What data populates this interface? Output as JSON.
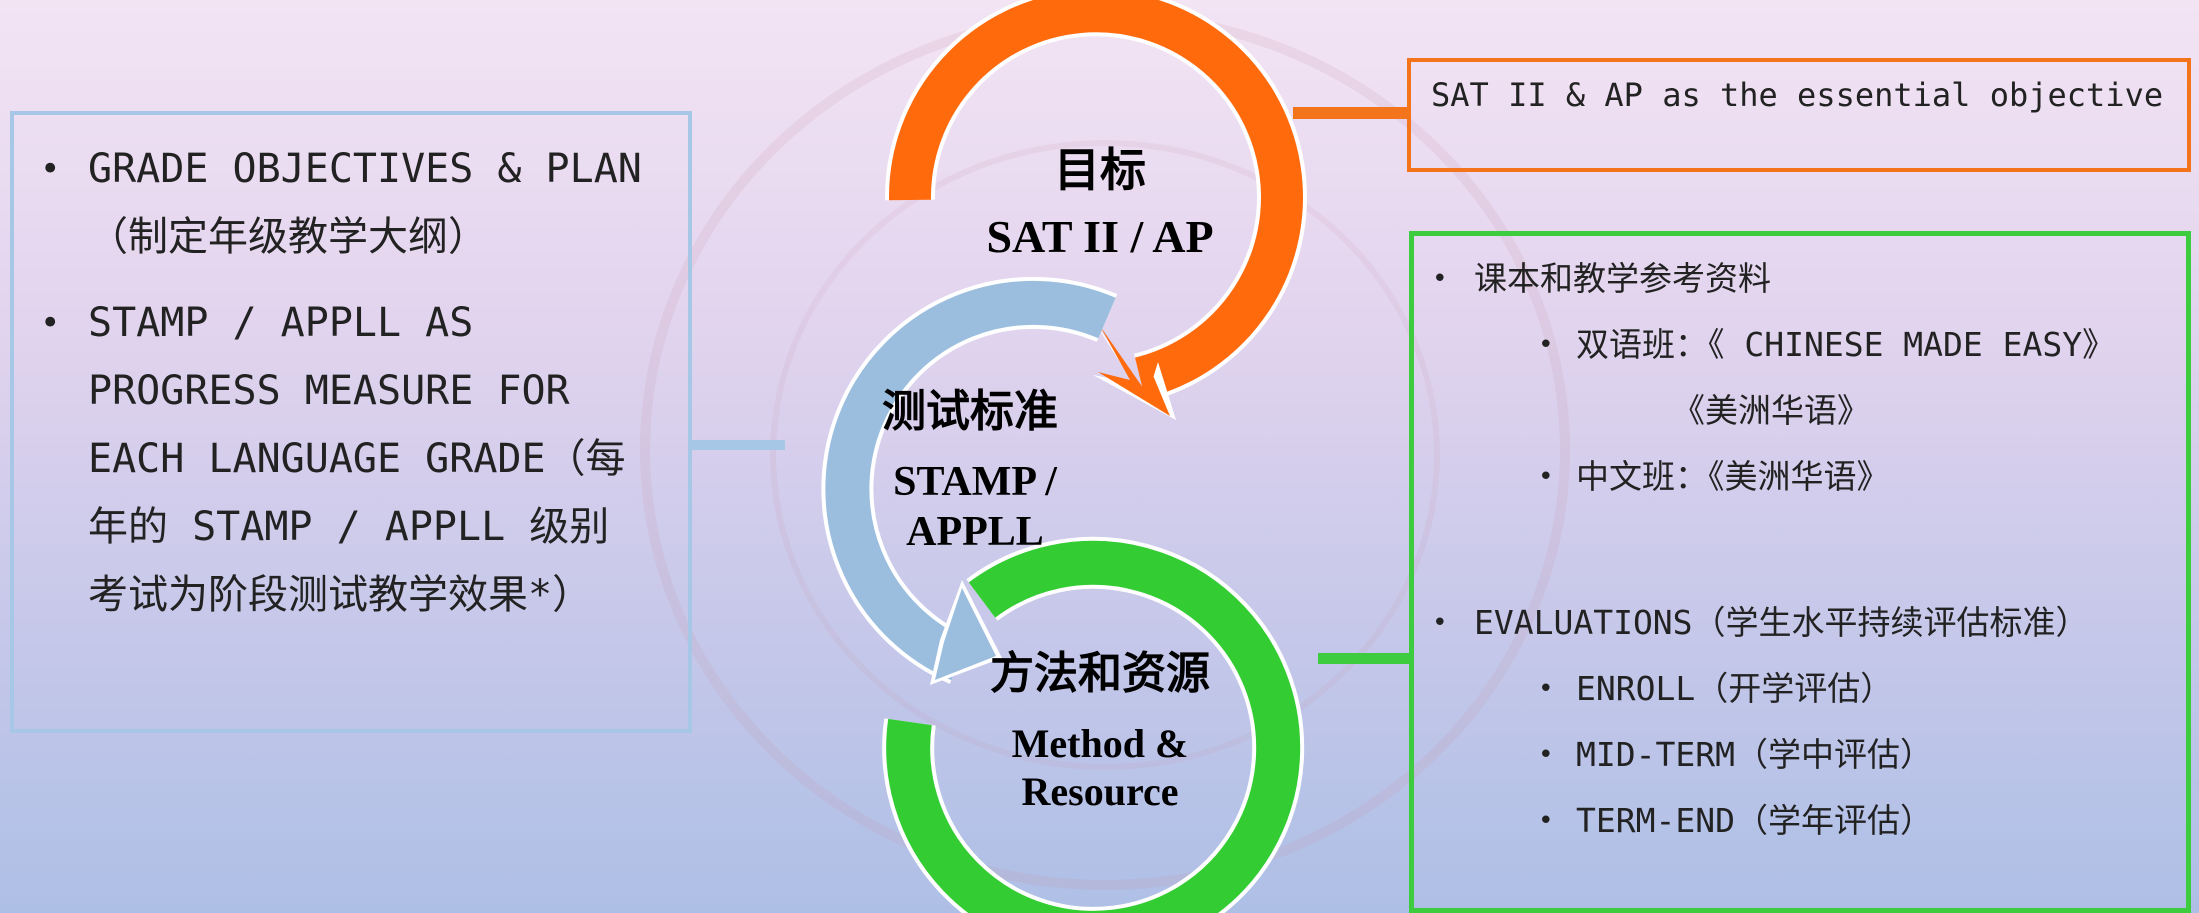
{
  "left_box": {
    "items": [
      {
        "line1": "GRADE OBJECTIVES & PLAN",
        "line2": "（制定年级教学大纲）"
      },
      {
        "line1": "STAMP / APPLL AS",
        "line2": "PROGRESS MEASURE FOR",
        "line3": "EACH LANGUAGE GRADE（每",
        "line4": "年的 STAMP / APPLL 级别",
        "line5": "考试为阶段测试教学效果*）"
      }
    ]
  },
  "top_right_box": {
    "text": "SAT II & AP as the essential  objective"
  },
  "right_box": {
    "textbooks": {
      "title": "课本和教学参考资料",
      "bilingual": "双语班：《 CHINESE MADE EASY》",
      "bilingual_cont": "《美洲华语》",
      "chinese": "中文班：《美洲华语》"
    },
    "evaluations": {
      "title": "EVALUATIONS（学生水平持续评估标准）",
      "enroll": "ENROLL（开学评估）",
      "midterm": "MID-TERM（学中评估）",
      "termend": "TERM-END（学年评估）"
    }
  },
  "cycle": {
    "goal": {
      "cn": "目标",
      "en": "SAT II / AP",
      "color": "#ff6a0d"
    },
    "standard": {
      "cn": "测试标准",
      "en1": "STAMP /",
      "en2": "APPLL",
      "color": "#9bbedf"
    },
    "method": {
      "cn": "方法和资源",
      "en1": "Method &",
      "en2": "Resource",
      "color": "#33cc33"
    }
  },
  "watermark": {
    "color": "#c896aa"
  }
}
